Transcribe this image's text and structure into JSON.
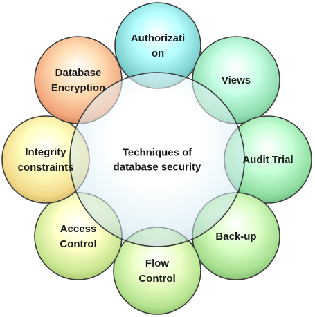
{
  "diagram": {
    "center": {
      "lines": [
        "Techniques of",
        "database security"
      ],
      "color": "#cfe9f3"
    },
    "nodes": [
      {
        "id": "authorization",
        "lines": [
          "Authorizati",
          "on"
        ],
        "color": "#7fd1cf"
      },
      {
        "id": "views",
        "lines": [
          "Views"
        ],
        "color": "#8fdcae"
      },
      {
        "id": "audit-trial",
        "lines": [
          "Audit Trial"
        ],
        "color": "#8fdca0"
      },
      {
        "id": "back-up",
        "lines": [
          "Back-up"
        ],
        "color": "#a5de8f"
      },
      {
        "id": "flow-control",
        "lines": [
          "Flow",
          "Control"
        ],
        "color": "#b5e38f"
      },
      {
        "id": "access-control",
        "lines": [
          "Access",
          "Control"
        ],
        "color": "#c8e690"
      },
      {
        "id": "integrity-constraints",
        "lines": [
          "Integrity",
          "constraints"
        ],
        "color": "#f2d889"
      },
      {
        "id": "database-encryption",
        "lines": [
          "Database",
          "Encryption"
        ],
        "color": "#f3a77e"
      }
    ]
  }
}
